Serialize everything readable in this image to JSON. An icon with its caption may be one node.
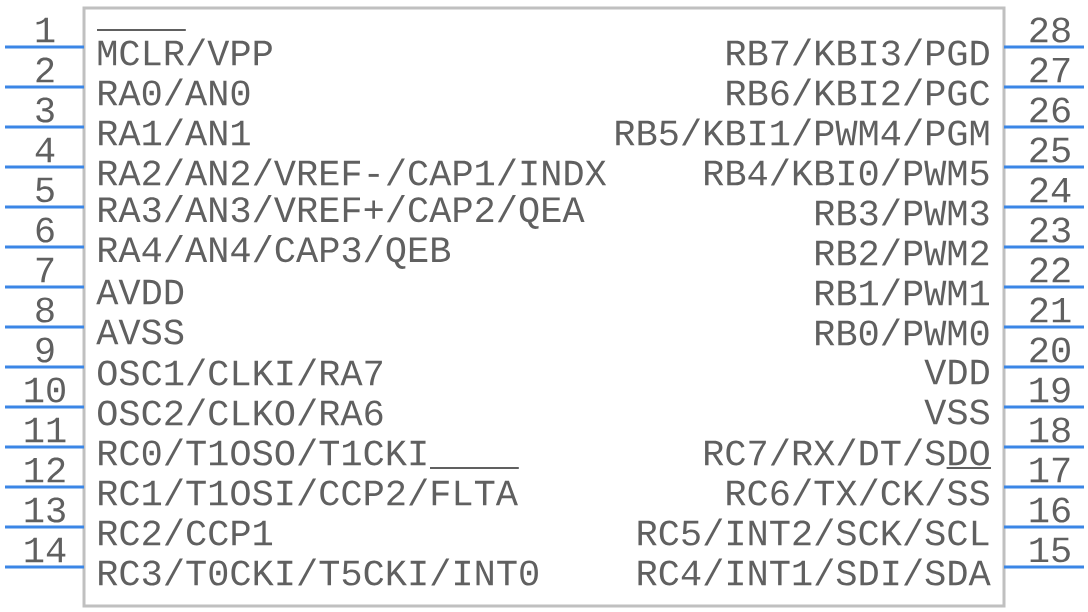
{
  "diagram": {
    "labels": [
      "1",
      "MCLR/VPP",
      "RB7/KBI3/PGD",
      "28",
      "2",
      "RA0/AN0",
      "RB6/KBI2/PGC",
      "27",
      "3",
      "RA1/AN1",
      "RB5/KBI1/PWM4/PGM",
      "26",
      "4",
      "RA2/AN2/VREF-/CAP1/INDX",
      "RB4/KBI0/PWM5",
      "25",
      "5",
      "RA3/AN3/VREF+/CAP2/QEA",
      "RB3/PWM3",
      "24",
      "6",
      "RA4/AN4/CAP3/QEB",
      "RB2/PWM2",
      "23",
      "7",
      "AVDD",
      "RB1/PWM1",
      "22",
      "8",
      "AVSS",
      "RB0/PWM0",
      "21",
      "9",
      "OSC1/CLKI/RA7",
      "VDD",
      "20",
      "10",
      "OSC2/CLKO/RA6",
      "VSS",
      "19",
      "11",
      "RC0/T1OSO/T1CKI",
      "RC7/RX/DT/SDO",
      "18",
      "12",
      "RC1/T1OSI/CCP2/FLTA",
      "RC6/TX/CK/SS",
      "17",
      "13",
      "RC2/CCP1",
      "RC5/INT2/SCK/SCL",
      "16",
      "14",
      "RC3/T0CKI/T5CKI/INT0",
      "RC4/INT1/SDI/SDA",
      "15"
    ]
  }
}
